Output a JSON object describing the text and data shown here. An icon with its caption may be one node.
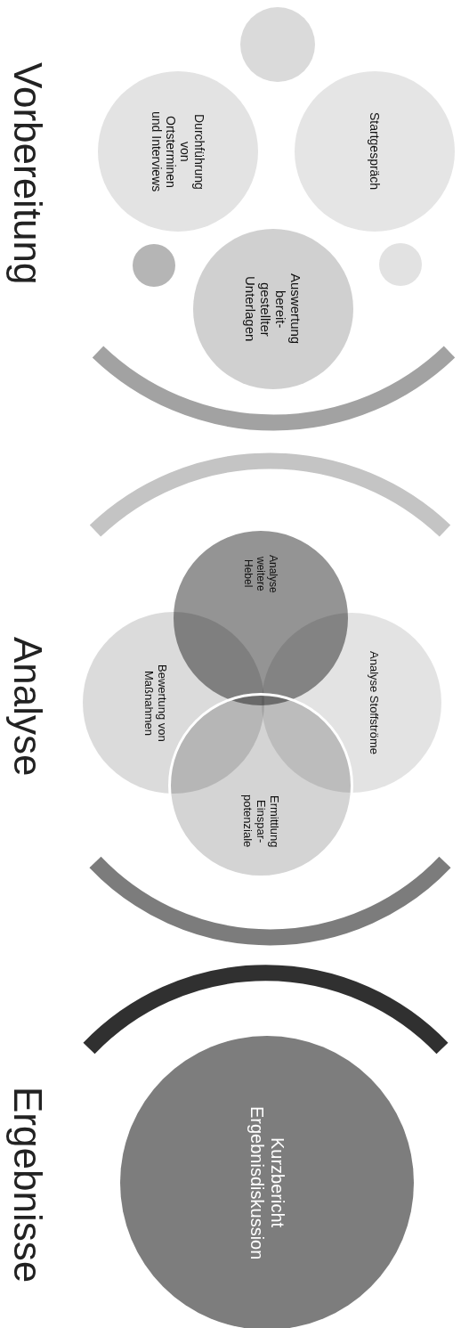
{
  "diagram": {
    "nodes": [
      {
        "text": [],
        "shape": "circle"
      },
      {
        "text": [
          "Durchführung von Ortsterminen und Interviews"
        ]
      },
      {
        "text": [
          "Startgespräch"
        ]
      },
      {
        "text": [],
        "shape": "circle"
      },
      {
        "text": [
          "Auswertung bereit- gestellter Unterlagen"
        ]
      },
      {
        "text": [],
        "shape": "circle"
      },
      {
        "text": [
          "Analyse weitere Hebel"
        ]
      },
      {
        "text": [
          "Bewertung von Maßnahmen"
        ]
      },
      {
        "text": [
          "Analyse Stoffströme"
        ]
      },
      {
        "text": [
          "Ermittlung Einspar- potenziale"
        ]
      },
      {
        "text": [
          "Kurzbericht",
          "Ergebnisdiskussion"
        ]
      }
    ],
    "edges": [],
    "labels": [
      "Vorbereitung",
      "Analyse",
      "Ergebnisse"
    ]
  }
}
